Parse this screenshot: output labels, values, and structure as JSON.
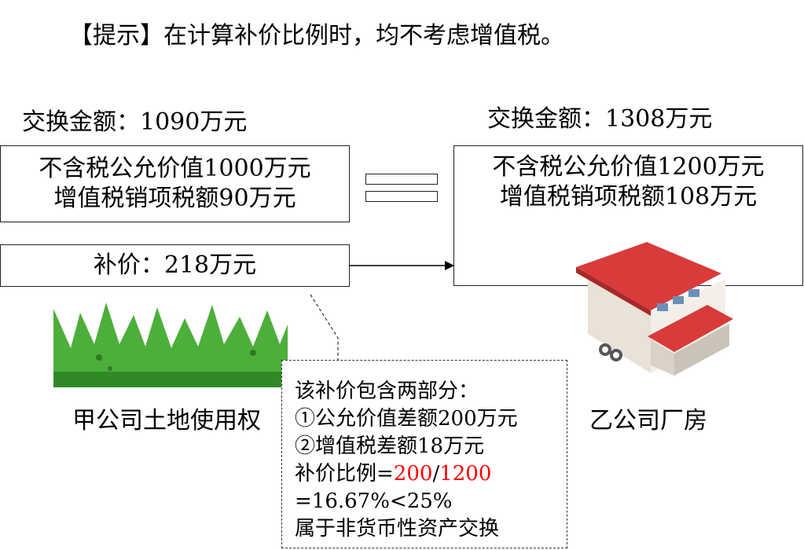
{
  "hint": "【提示】在计算补价比例时，均不考虑增值税。",
  "left": {
    "amount": "交换金额：1090万元",
    "box_line1": "不含税公允价值1000万元",
    "box_line2": "增值税销项税额90万元",
    "boot": "补价：218万元",
    "caption": "甲公司土地使用权"
  },
  "right": {
    "amount": "交换金额：1308万元",
    "box_line1": "不含税公允价值1200万元",
    "box_line2": "增值税销项税额108万元",
    "caption": "乙公司厂房"
  },
  "note": {
    "line1": "该补价包含两部分：",
    "line2": "①公允价值差额200万元",
    "line3": "②增值税差额18万元",
    "line4_prefix": "补价比例=",
    "line4_num": "200",
    "line4_slash": "/",
    "line4_den": "1200",
    "line5": "=16.67%<25%",
    "line6": "属于非货币性资产交换"
  },
  "colors": {
    "highlight": "#ff0000",
    "grass": "#4caf3a",
    "roof": "#d93a3a"
  }
}
